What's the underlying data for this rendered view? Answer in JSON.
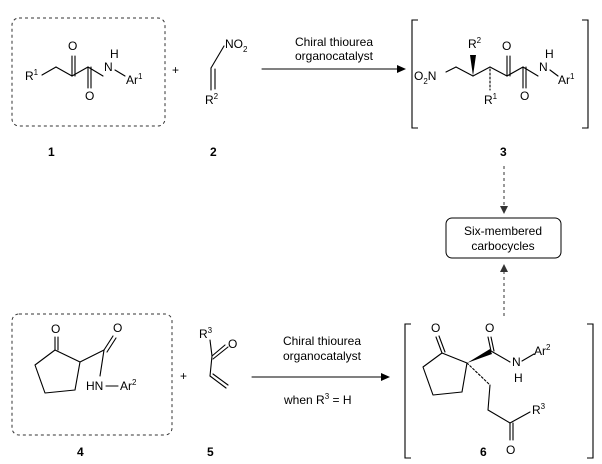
{
  "reaction1": {
    "catalyst_line1": "Chiral thiourea",
    "catalyst_line2": "organocatalyst"
  },
  "reaction2": {
    "catalyst_line1": "Chiral thiourea",
    "catalyst_line2": "organocatalyst",
    "condition_prefix": "when R",
    "condition_sup": "3",
    "condition_suffix": " = H"
  },
  "product_box": {
    "line1": "Six-membered",
    "line2": "carbocycles"
  },
  "compounds": {
    "c1": "1",
    "c2": "2",
    "c3": "3",
    "c4": "4",
    "c5": "5",
    "c6": "6"
  },
  "plus": "+",
  "atoms": {
    "R": "R",
    "sup1": "1",
    "sup2": "2",
    "sup3": "3",
    "O": "O",
    "N": "N",
    "H": "H",
    "Ar": "Ar",
    "NO": "NO",
    "sub2": "2",
    "HN": "HN"
  }
}
